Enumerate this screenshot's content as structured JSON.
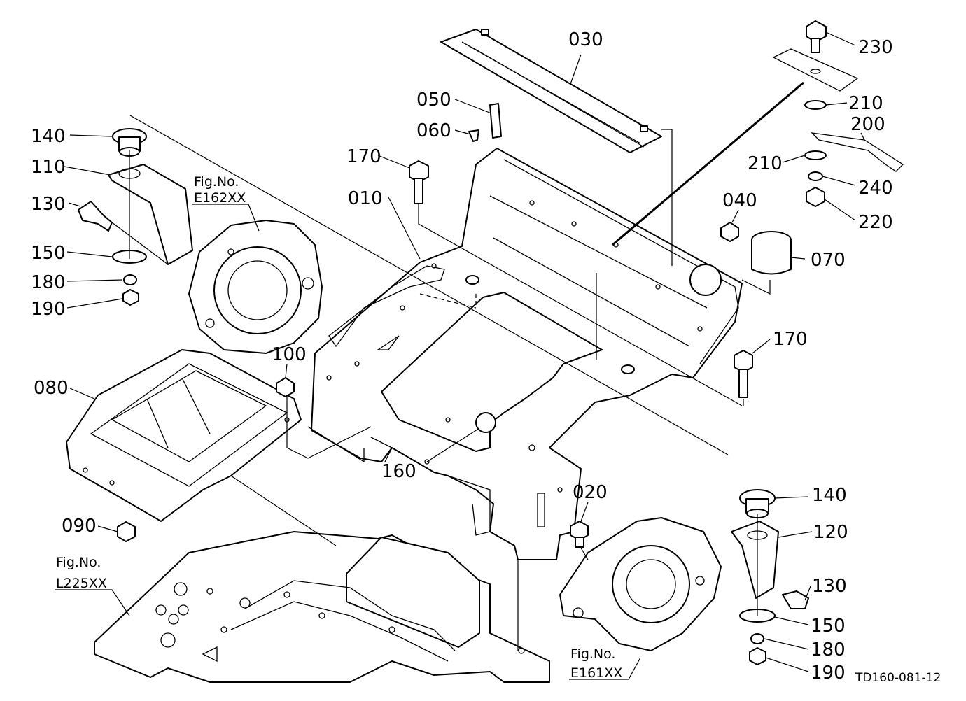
{
  "diagram": {
    "drawing_code": "TD160-081-12",
    "part_labels": [
      "010",
      "020",
      "030",
      "040",
      "050",
      "060",
      "070",
      "080",
      "090",
      "100",
      "110",
      "120",
      "130",
      "130",
      "140",
      "140",
      "150",
      "150",
      "160",
      "170",
      "170",
      "180",
      "180",
      "190",
      "190",
      "200",
      "210",
      "210",
      "220",
      "230",
      "240"
    ],
    "figure_refs": [
      {
        "prefix": "Fig.No.",
        "code": "E162XX"
      },
      {
        "prefix": "Fig.No.",
        "code": "L225XX"
      },
      {
        "prefix": "Fig.No.",
        "code": "E161XX"
      }
    ]
  }
}
